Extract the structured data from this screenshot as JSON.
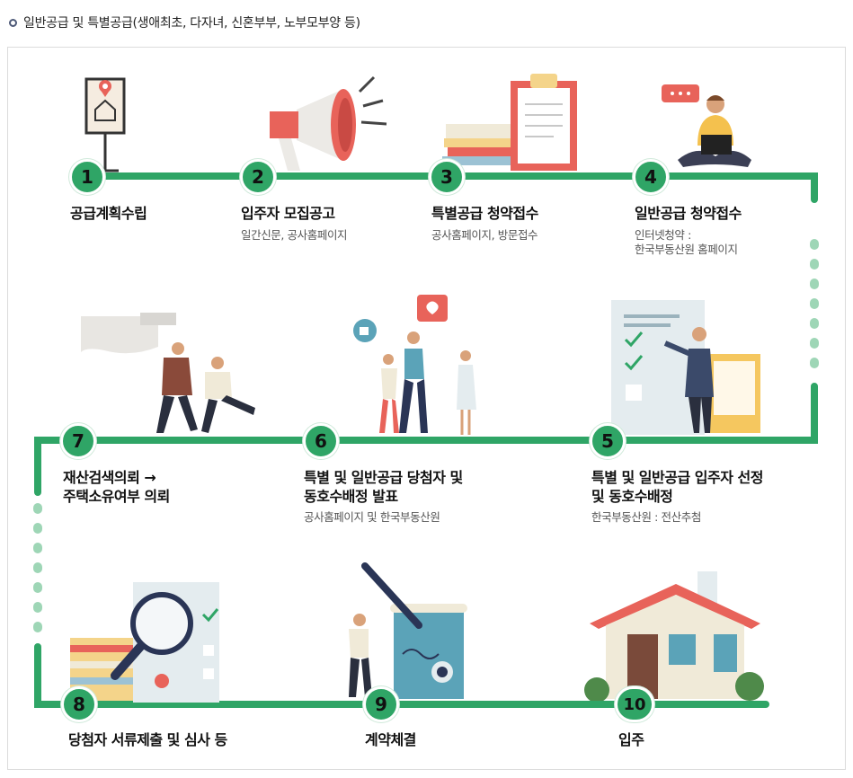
{
  "header": {
    "title": "일반공급 및 특별공급(생애최초, 다자녀, 신혼부부, 노부모부양 등)"
  },
  "steps": [
    {
      "num": "1",
      "title": "공급계획수립",
      "sub": ""
    },
    {
      "num": "2",
      "title": "입주자 모집공고",
      "sub": "일간신문, 공사홈페이지"
    },
    {
      "num": "3",
      "title": "특별공급 청약접수",
      "sub": "공사홈페이지, 방문접수"
    },
    {
      "num": "4",
      "title": "일반공급 청약접수",
      "sub": "인터넷청약 :",
      "sub2": "한국부동산원 홈페이지"
    },
    {
      "num": "5",
      "title": "특별 및 일반공급 입주자 선정",
      "title2": "및 동호수배정",
      "sub": "한국부동산원 :  전산추첨"
    },
    {
      "num": "6",
      "title": "특별 및 일반공급 당첨자 및",
      "title2": "동호수배정 발표",
      "sub": "공사홈페이지 및 한국부동산원"
    },
    {
      "num": "7",
      "title": "재산검색의뢰 →",
      "title2": "주택소유여부 의뢰",
      "sub": ""
    },
    {
      "num": "8",
      "title": "당첨자 서류제출 및 심사 등",
      "sub": ""
    },
    {
      "num": "9",
      "title": "계약체결",
      "sub": ""
    },
    {
      "num": "10",
      "title": "입주",
      "sub": ""
    }
  ],
  "colors": {
    "track": "#2fa566",
    "dots": "#9ed6b6",
    "accent": "#e8635a"
  }
}
